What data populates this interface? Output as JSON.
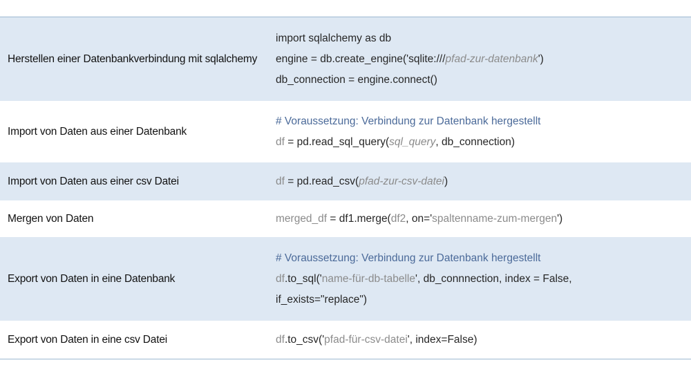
{
  "rows": [
    {
      "label": "Herstellen einer Datenbankverbindung mit sqlalchemy",
      "code": [
        [
          "import sqlalchemy as db"
        ],
        [
          "engine = db.create_engine('sqlite:///",
          "pfad-zur-datenbank",
          "')"
        ],
        [
          "db_connection = engine.connect()"
        ]
      ]
    },
    {
      "label": "Import von Daten aus einer Datenbank",
      "code": [
        [
          "# Voraussetzung: Verbindung zur Datenbank hergestellt"
        ],
        [
          "df",
          " = pd.read_sql_query(",
          "sql_query",
          ", db_connection)"
        ]
      ]
    },
    {
      "label": "Import von Daten aus einer csv Datei",
      "code": [
        [
          "df",
          " = pd.read_csv(",
          "pfad-zur-csv-datei",
          ")"
        ]
      ]
    },
    {
      "label": "Mergen von Daten",
      "code": [
        [
          "merged_df",
          " = df1.merge(",
          "df2",
          ", on='",
          "spaltenname-zum-mergen",
          "')"
        ]
      ]
    },
    {
      "label": "Export von Daten in eine Datenbank",
      "code": [
        [
          "# Voraussetzung: Verbindung zur Datenbank hergestellt"
        ],
        [
          "df",
          ".to_sql('",
          "name-für-db-tabelle",
          "', db_connnection, index = False,"
        ],
        [
          "if_exists=\"replace\")"
        ]
      ]
    },
    {
      "label": "Export von Daten in eine csv Datei",
      "code": [
        [
          "df",
          ".to_csv('",
          "pfad-für-csv-datei",
          "', index=False)"
        ]
      ]
    }
  ]
}
